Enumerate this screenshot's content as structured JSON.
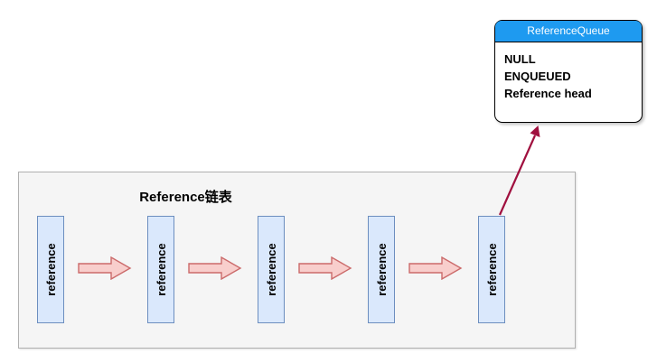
{
  "diagram": {
    "queue": {
      "title": "ReferenceQueue",
      "lines": [
        "NULL",
        "ENQUEUED",
        "Reference head"
      ]
    },
    "list": {
      "title": "Reference链表",
      "nodes": [
        {
          "label": "reference"
        },
        {
          "label": "reference"
        },
        {
          "label": "reference"
        },
        {
          "label": "reference"
        },
        {
          "label": "reference"
        }
      ]
    },
    "colors": {
      "queue_header": "#1e9af0",
      "node_fill": "#dae8fc",
      "node_border": "#6c8ebf",
      "flow_arrow_fill": "#f8cecc",
      "flow_arrow_border": "#cb6a6a",
      "connector": "#a0103f",
      "container_fill": "#f5f5f5"
    }
  }
}
